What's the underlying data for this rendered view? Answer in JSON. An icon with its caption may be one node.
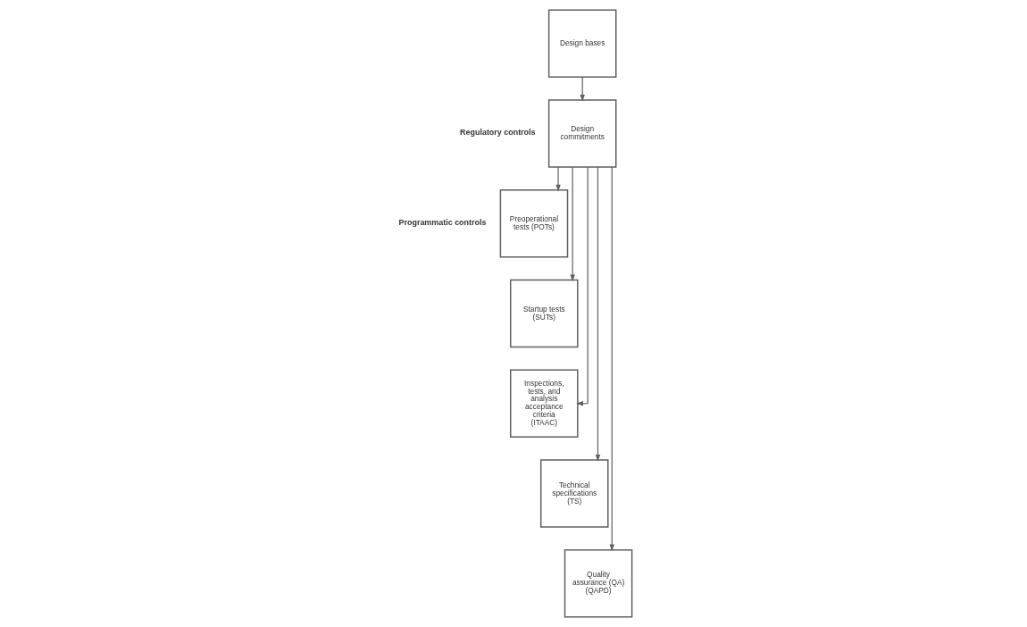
{
  "diagram": {
    "nodes": [
      {
        "text": [
          "Design bases"
        ]
      },
      {
        "text": [
          "Design commitments"
        ]
      },
      {
        "text": [
          "Preoperational tests (POTs)"
        ]
      },
      {
        "text": [
          "Startup tests (SUTs)"
        ]
      },
      {
        "text": [
          "Inspections, tests, and analysis acceptance criteria (ITAAC)"
        ]
      },
      {
        "text": [
          "Technical specifications (TS)"
        ]
      },
      {
        "text": [
          "Quality assurance (QA) (QAPD)"
        ]
      }
    ],
    "edges": [
      {
        "from": 0,
        "to": 1,
        "arrow": "to"
      },
      {
        "from": 1,
        "to": 2,
        "arrow": "to"
      },
      {
        "from": 1,
        "to": 3,
        "arrow": "to"
      },
      {
        "from": 1,
        "to": 4,
        "arrow": "to"
      },
      {
        "from": 1,
        "to": 5,
        "arrow": "to"
      },
      {
        "from": 1,
        "to": 6,
        "arrow": "to"
      }
    ],
    "labels": [
      "Regulatory controls",
      "Programmatic controls"
    ]
  }
}
